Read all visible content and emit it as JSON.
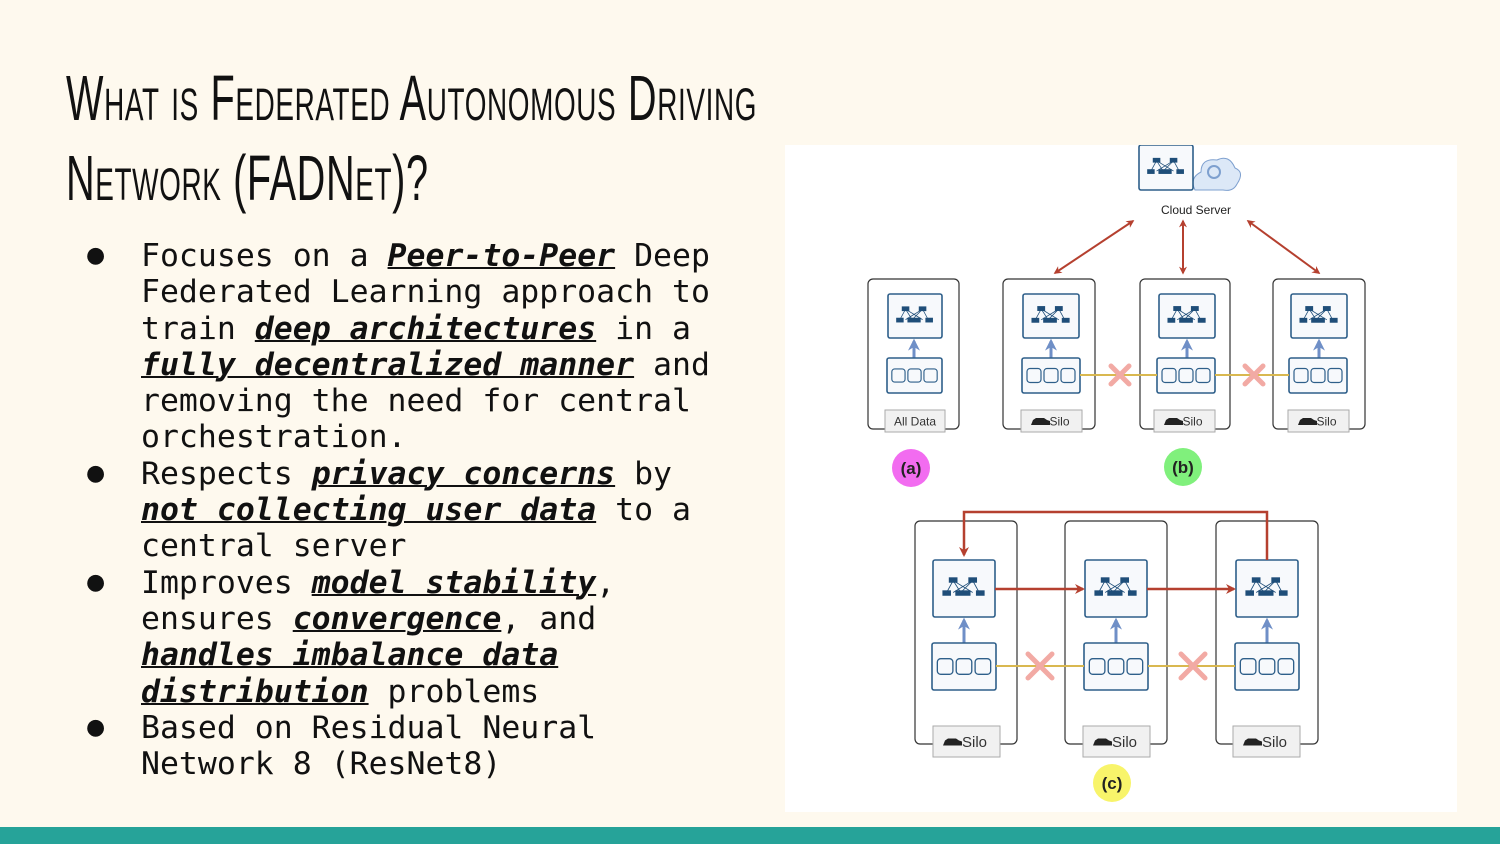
{
  "slide": {
    "title_lines": [
      "What is Federated Autonomous Driving",
      "Network (FADNet)?"
    ],
    "bullets": [
      {
        "segments": [
          {
            "text": "Focuses on a ",
            "emph": false
          },
          {
            "text": "Peer-to-Peer",
            "emph": true
          },
          {
            "text": " Deep Federated Learning approach to train ",
            "emph": false
          },
          {
            "text": "deep architectures",
            "emph": true
          },
          {
            "text": " in a ",
            "emph": false
          },
          {
            "text": "fully decentralized manner",
            "emph": true
          },
          {
            "text": " and removing the need for central orchestration.",
            "emph": false
          }
        ]
      },
      {
        "segments": [
          {
            "text": "Respects ",
            "emph": false
          },
          {
            "text": "privacy concerns",
            "emph": true
          },
          {
            "text": " by ",
            "emph": false
          },
          {
            "text": "not collecting user data",
            "emph": true
          },
          {
            "text": " to a central server",
            "emph": false
          }
        ]
      },
      {
        "segments": [
          {
            "text": "Improves ",
            "emph": false
          },
          {
            "text": "model stability",
            "emph": true
          },
          {
            "text": ", ensures ",
            "emph": false
          },
          {
            "text": "convergence",
            "emph": true
          },
          {
            "text": ", and ",
            "emph": false
          },
          {
            "text": "handles imbalance data distribution",
            "emph": true
          },
          {
            "text": " problems",
            "emph": false
          }
        ]
      },
      {
        "segments": [
          {
            "text": "Based on Residual Neural Network 8 (ResNet8)",
            "emph": false
          }
        ]
      }
    ]
  },
  "figure": {
    "cloud_label": "Cloud Server",
    "all_data_label": "All Data",
    "silo_label": "Silo",
    "panel_labels": {
      "a": "(a)",
      "b": "(b)",
      "c": "(c)"
    },
    "colors": {
      "model": "#1f4e79",
      "exchange_arrow": "#b5402f",
      "data_link": "#d9b850",
      "blocked": "#f2aaa4",
      "label_a": "#f26cf0",
      "label_b": "#80f07c",
      "label_c": "#f8f46a",
      "footer": "#26a399"
    }
  }
}
